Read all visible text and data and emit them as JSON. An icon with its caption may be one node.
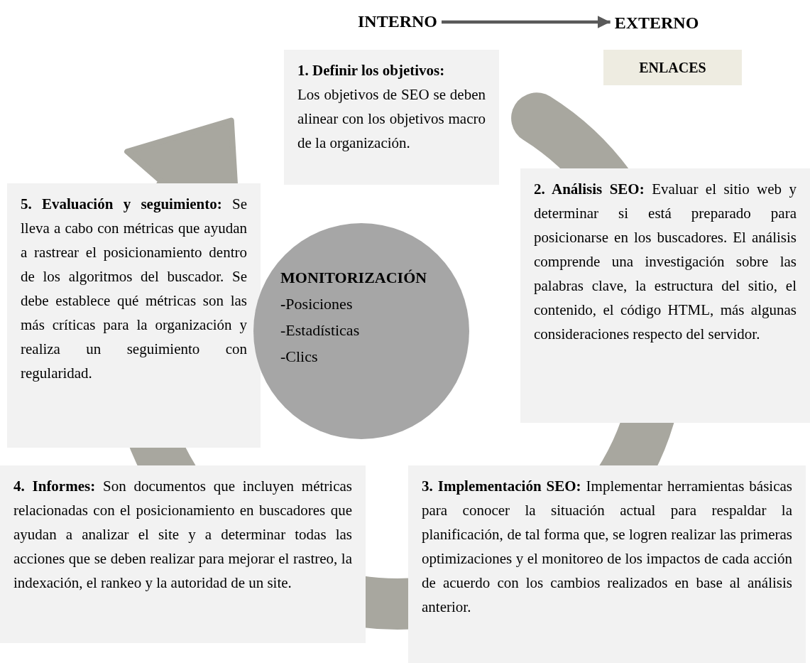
{
  "diagram": {
    "nodes": [
      {
        "text": [
          "INTERNO"
        ]
      },
      {
        "text": [
          "EXTERNO"
        ]
      },
      {
        "text": [
          "1. Definir los objetivos:",
          "Los objetivos de SEO se deben alinear con los objetivos macro de la organización."
        ]
      },
      {
        "text": [
          "ENLACES"
        ]
      },
      {
        "text": [
          "**5. Evaluación y seguimiento:** Se lleva a cabo con métricas que ayudan a rastrear el posicionamiento dentro de los algoritmos del buscador. Se debe establece qué métricas son las más críticas para la organización y realiza un seguimiento con regularidad."
        ]
      },
      {
        "text": [
          "MONITORIZACIÓN",
          "**-**Posiciones",
          "-Estadísticas",
          "-Clics"
        ]
      },
      {
        "text": [
          "**2. Análisis SEO:** Evaluar el sitio web y determinar si está preparado para posicionarse en los buscadores. El análisis comprende una investigación sobre las palabras clave, la estructura del sitio, el contenido, el código HTML, más algunas consideraciones respecto del servidor."
        ]
      },
      {
        "text": [
          "**4. Informes:** Son documentos que incluyen métricas relacionadas con el posicionamiento en buscadores que ayudan a analizar el site y a determinar todas las acciones que se deben realizar para mejorar el rastreo, la indexación, el rankeo y la autoridad de un site."
        ]
      },
      {
        "text": [
          "**3. Implementación SEO:** Implementar herramientas básicas para conocer la situación actual para respaldar la planificación, de tal forma que, se logren realizar las primeras optimizaciones y el monitoreo de los impactos de cada acción de acuerdo con los cambios realizados en base al análisis anterior."
        ]
      }
    ],
    "edges": [
      {
        "from": 0,
        "to": 1,
        "arrow": "to"
      }
    ]
  }
}
